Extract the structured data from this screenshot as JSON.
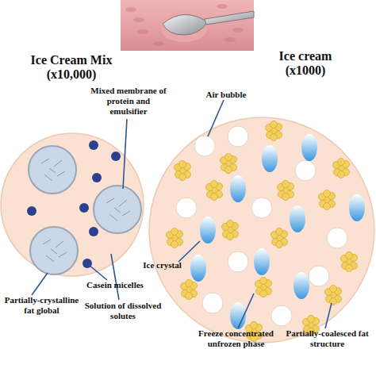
{
  "diagram": {
    "nodes": [
      {
        "text": [
          "Ice Cream Mix (x10,000)"
        ]
      },
      {
        "text": [
          "Ice cream (x1000)"
        ]
      }
    ],
    "labels": [
      "Mixed membrane of protein and emulsifier",
      "Casein micelles",
      "Partially-crystalline fat global",
      "Solution of dissolved solutes",
      "Air bubble",
      "Ice crystal",
      "Freeze concentrated unfrozen phase",
      "Partially-coalesced fat structure"
    ]
  }
}
